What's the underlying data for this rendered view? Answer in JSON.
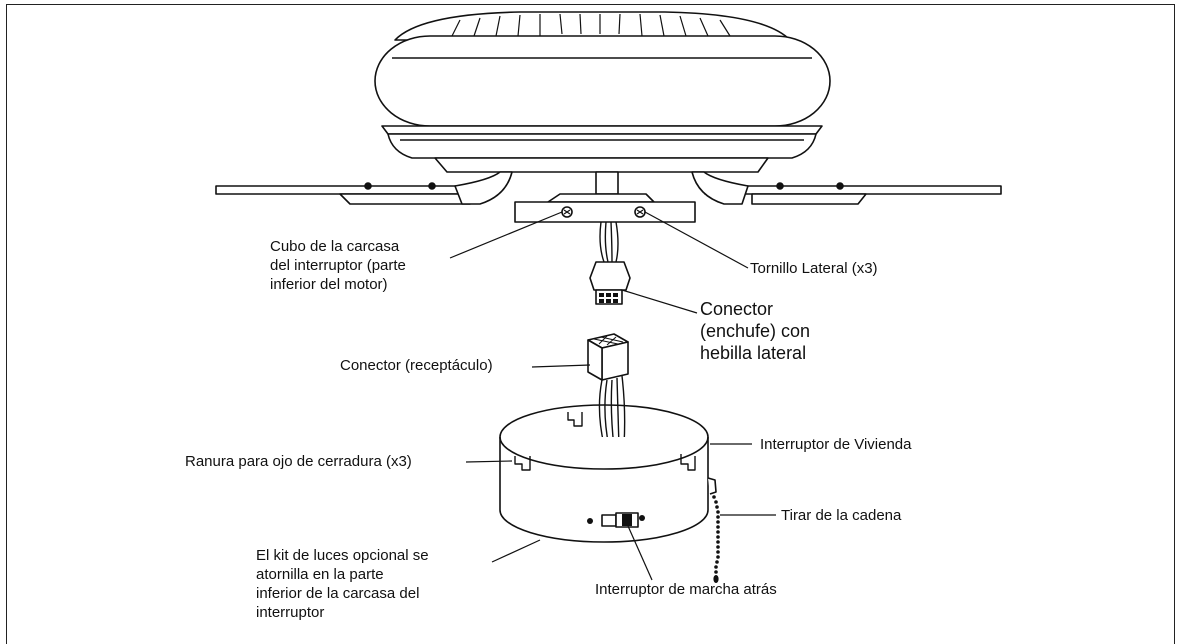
{
  "labels": {
    "switch_housing_hub": "Cubo de la carcasa\ndel interruptor (parte\ninferior del motor)",
    "side_screw": "Tornillo Lateral (x3)",
    "plug_connector": "Conector\n(enchufe) con\nhebilla lateral",
    "receptacle_connector": "Conector (receptáculo)",
    "keyhole_slot": "Ranura para ojo de cerradura (x3)",
    "switch_housing": "Interruptor de Vivienda",
    "pull_chain": "Tirar de la cadena",
    "light_kit_note": "El kit de luces opcional se\natornilla en la parte\ninferior de la carcasa del\ninterruptor",
    "reverse_switch": "Interruptor de marcha atrás"
  },
  "colors": {
    "stroke": "#111111",
    "fill": "#ffffff"
  }
}
